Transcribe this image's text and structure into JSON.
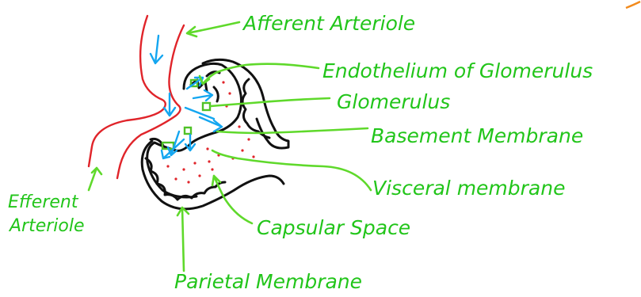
{
  "labels": {
    "afferent_arteriole": "Afferent Arteriole",
    "endothelium": "Endothelium of Glomerulus",
    "glomerulus": "Glomerulus",
    "basement_membrane": "Basement Membrane",
    "visceral_membrane": "Visceral membrane",
    "capsular_space": "Capsular Space",
    "parietal_membrane": "Parietal Membrane",
    "efferent_line1": "Efferent",
    "efferent_line2": "Arteriole"
  },
  "colors": {
    "label": "#22c51a",
    "pointer": "#5fd92b",
    "arteriole": "#e0242a",
    "capsule": "#111111",
    "flow": "#14a6f0",
    "corner": "#f28a1c"
  }
}
